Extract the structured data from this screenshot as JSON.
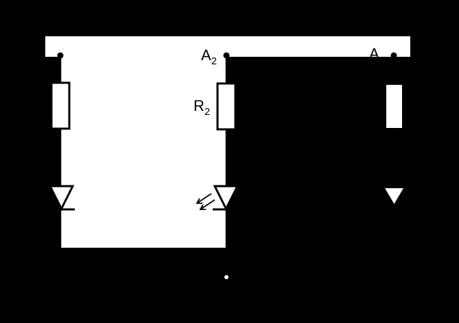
{
  "diagram": {
    "type": "circuit-schematic",
    "colors": {
      "background": "#000000",
      "panel": "#ffffff",
      "ink": "#000000"
    },
    "labels": {
      "node_a2": {
        "main": "A",
        "sub": "2"
      },
      "node_a3": {
        "main": "A",
        "sub": ""
      },
      "resistor_r2": {
        "main": "R",
        "sub": "2"
      }
    },
    "branches": [
      {
        "id": "branch-1",
        "components": [
          "resistor",
          "diode"
        ]
      },
      {
        "id": "branch-2",
        "components": [
          "resistor-r2",
          "light-emitting-diode"
        ]
      },
      {
        "id": "branch-3",
        "components": [
          "resistor",
          "diode"
        ]
      }
    ]
  }
}
